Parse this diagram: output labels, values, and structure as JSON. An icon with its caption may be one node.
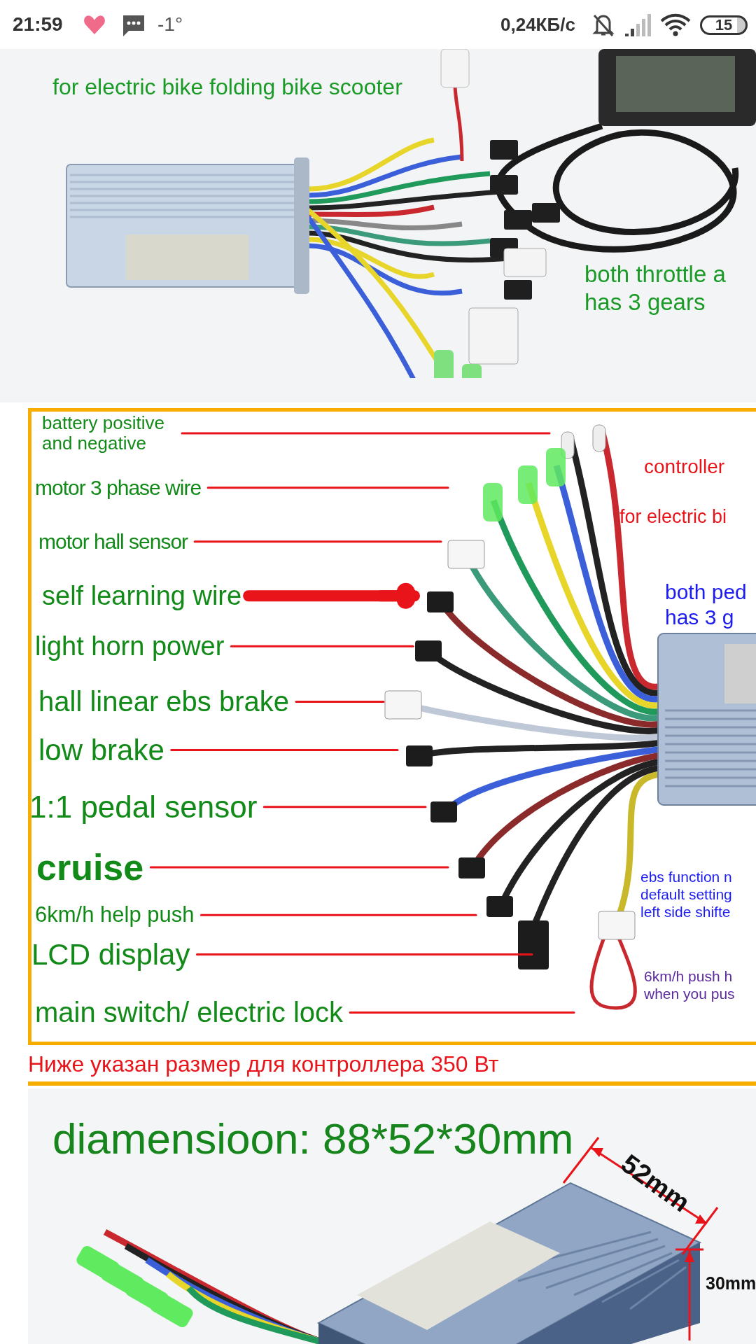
{
  "diagram": {
    "caption": "Ниже указан размер для контроллера 350 Вт",
    "nodes": [
      {
        "text": [
          "battery positive and negative"
        ]
      },
      {
        "text": [
          "motor 3 phase wire"
        ]
      },
      {
        "text": [
          "motor hall sensor"
        ]
      },
      {
        "text": [
          "self learning wire"
        ]
      },
      {
        "text": [
          "light horn power"
        ]
      },
      {
        "text": [
          "hall linear ebs brake"
        ]
      },
      {
        "text": [
          "low brake"
        ]
      },
      {
        "text": [
          "1:1 pedal sensor"
        ]
      },
      {
        "text": [
          "cruise"
        ]
      },
      {
        "text": [
          "6km/h help push"
        ]
      },
      {
        "text": [
          "LCD display"
        ]
      },
      {
        "text": [
          "main switch/ electric lock"
        ]
      }
    ],
    "edges": [
      {
        "from": 0,
        "to": null,
        "arrow": "none"
      },
      {
        "from": 1,
        "to": null,
        "arrow": "none"
      },
      {
        "from": 2,
        "to": null,
        "arrow": "none"
      },
      {
        "from": 3,
        "to": null,
        "arrow": "to",
        "style": "thick"
      },
      {
        "from": 4,
        "to": null,
        "arrow": "none"
      },
      {
        "from": 5,
        "to": null,
        "arrow": "none"
      },
      {
        "from": 6,
        "to": null,
        "arrow": "none"
      },
      {
        "from": 7,
        "to": null,
        "arrow": "none"
      },
      {
        "from": 8,
        "to": null,
        "arrow": "none"
      },
      {
        "from": 9,
        "to": null,
        "arrow": "none"
      },
      {
        "from": 10,
        "to": null,
        "arrow": "none"
      },
      {
        "from": 11,
        "to": null,
        "arrow": "none"
      }
    ],
    "labels": [
      "21:59",
      "-1°",
      "0,24КБ/с",
      "15",
      "for electric bike folding bike scooter",
      "both throttle a has 3 gears",
      "controller",
      "for electric bi",
      "both ped has 3 g",
      "ebs function n default setting left side shifte",
      "6km/h push h when you pus",
      "diamensioon: 88*52*30mm",
      "52mm",
      "30mm"
    ]
  }
}
